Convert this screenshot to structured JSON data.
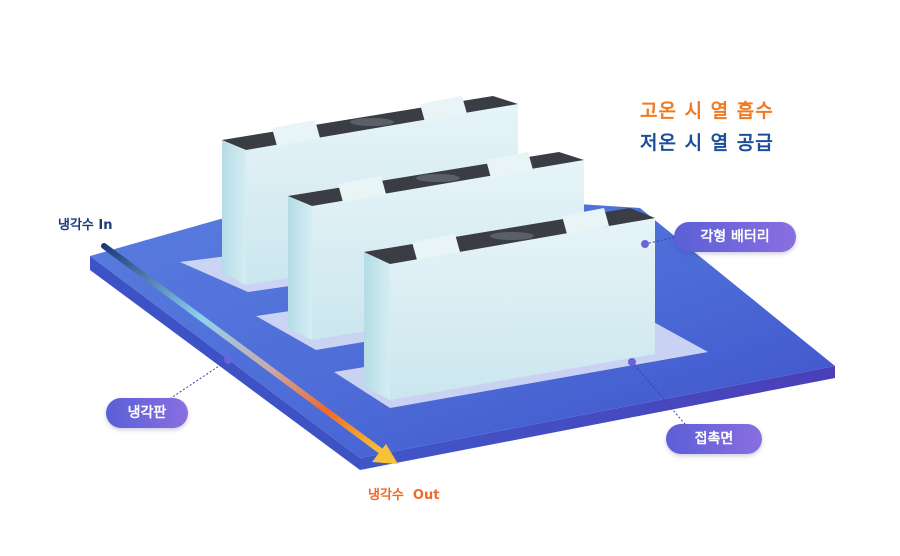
{
  "legend": {
    "hot": {
      "text": "고온 시 열 흡수",
      "color": "#f07a22"
    },
    "cold": {
      "text": "저온 시 열 공급",
      "color": "#1c4e9c"
    }
  },
  "labels": {
    "battery": "각형 배터리",
    "cooling_plate": "냉각판",
    "contact_surface": "접촉면",
    "coolant_in": "냉각수 In",
    "coolant_out": "냉각수  Out"
  },
  "colors": {
    "plate": "#4f6fd6",
    "battery_face": "#d3ecf3",
    "battery_top": "#3a3d44",
    "pill": "#6b63dc",
    "flow_start": "#1c3a7a",
    "flow_end": "#f7c23a"
  }
}
